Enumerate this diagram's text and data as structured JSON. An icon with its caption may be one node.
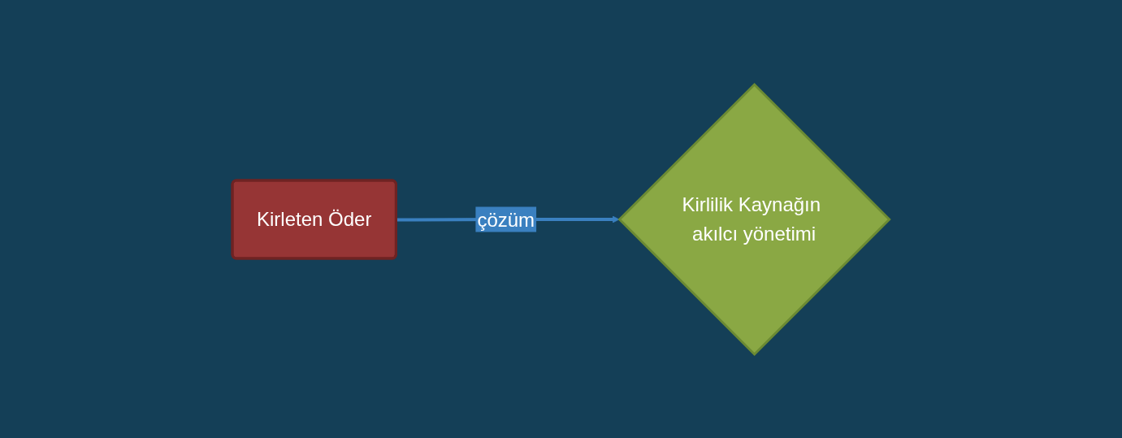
{
  "diagram": {
    "nodes": [
      {
        "text": [
          "Kirleten Öder"
        ]
      },
      {
        "text": [
          "Kirlilik Kaynağın akılcı yönetimi"
        ]
      }
    ],
    "edges": [
      {
        "from": 0,
        "to": 1,
        "arrow": "to",
        "label": "çözüm"
      }
    ]
  }
}
